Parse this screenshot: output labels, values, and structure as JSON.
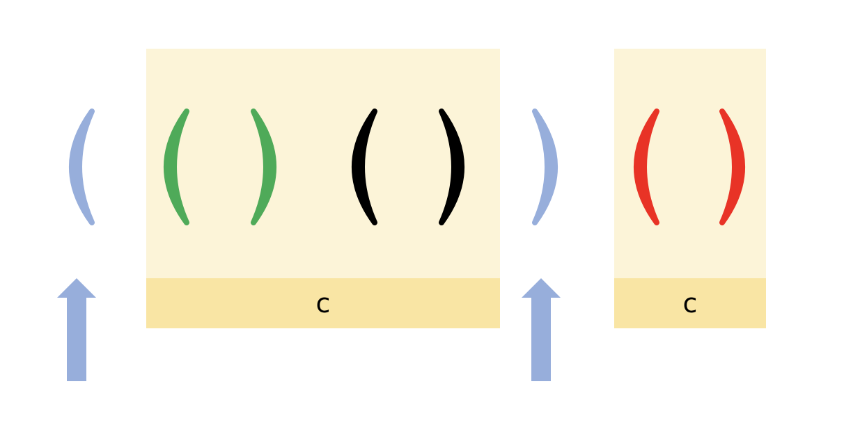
{
  "colors": {
    "outer_paren": "#97aedb",
    "arrow": "#97aedb",
    "green_paren": "#4faa59",
    "black_paren": "#000000",
    "red_paren": "#e83326",
    "group_body": "#fcf4d8",
    "group_label_bar": "#f9e5a4"
  },
  "groups": [
    {
      "label": "c"
    },
    {
      "label": "c"
    }
  ],
  "parens": [
    {
      "id": "outer-open",
      "kind": "open",
      "color": "outer_paren"
    },
    {
      "id": "green-open",
      "kind": "open",
      "color": "green_paren"
    },
    {
      "id": "green-close",
      "kind": "close",
      "color": "green_paren"
    },
    {
      "id": "black-open",
      "kind": "open",
      "color": "black_paren"
    },
    {
      "id": "black-close",
      "kind": "close",
      "color": "black_paren"
    },
    {
      "id": "outer-close",
      "kind": "close",
      "color": "outer_paren"
    },
    {
      "id": "red-open",
      "kind": "open",
      "color": "red_paren"
    },
    {
      "id": "red-close",
      "kind": "close",
      "color": "red_paren"
    }
  ],
  "arrows": [
    {
      "points_to": "outer-open",
      "icon": "up-arrow-icon"
    },
    {
      "points_to": "outer-close",
      "icon": "up-arrow-icon"
    }
  ]
}
